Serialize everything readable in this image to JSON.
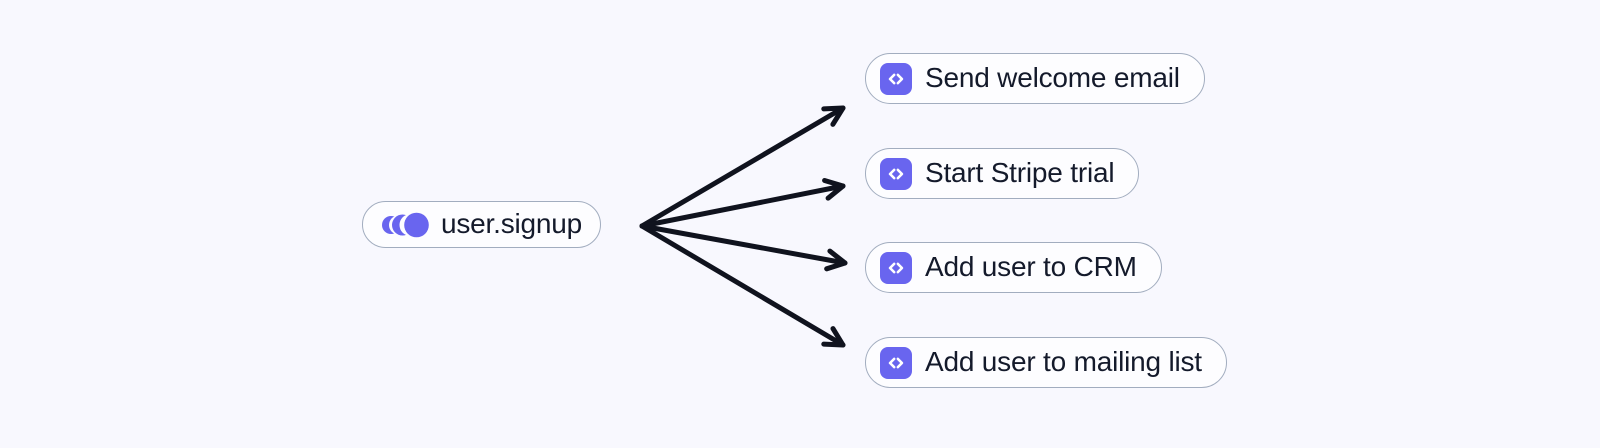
{
  "diagram": {
    "trigger": {
      "label": "user.signup",
      "icon": "event-ripple-icon",
      "kind": "event"
    },
    "functions": [
      {
        "label": "Send welcome email",
        "icon": "code-icon"
      },
      {
        "label": "Start Stripe trial",
        "icon": "code-icon"
      },
      {
        "label": "Add user to CRM",
        "icon": "code-icon"
      },
      {
        "label": "Add user to mailing list",
        "icon": "code-icon"
      }
    ],
    "edges": [
      {
        "from": "user.signup",
        "to": "Send welcome email"
      },
      {
        "from": "user.signup",
        "to": "Start Stripe trial"
      },
      {
        "from": "user.signup",
        "to": "Add user to CRM"
      },
      {
        "from": "user.signup",
        "to": "Add user to mailing list"
      }
    ],
    "colors": {
      "page-bg": "#f8f8fe",
      "node-bg": "#fdfdff",
      "node-border": "#a2adbf",
      "accent": "#6965ef",
      "text": "#141a2b",
      "arrow": "#10131e"
    }
  }
}
